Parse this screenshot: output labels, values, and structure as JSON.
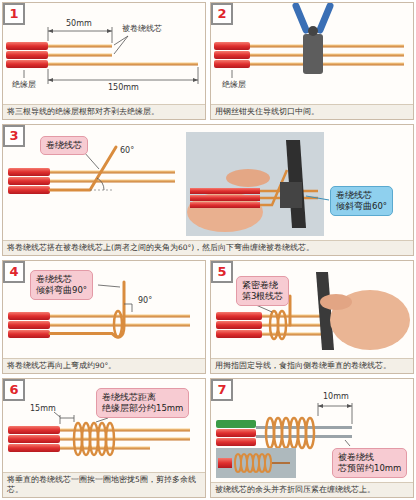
{
  "diagram": {
    "nodes": [
      {
        "text": [
          "1",
          "将三根导线的绝缘层根部对齐剥去绝缘层。"
        ]
      },
      {
        "text": [
          "2",
          "用钢丝钳夹住导线切口中间。"
        ]
      },
      {
        "text": [
          "3",
          "将卷绕线芯搭在被卷绕线芯上(两者之间的夹角为60°)，然后向下弯曲缠绕被卷绕线芯。"
        ]
      },
      {
        "text": [
          "卷绕线芯"
        ],
        "in": 2
      },
      {
        "text": [
          "卷绕线芯 倾斜弯曲60°"
        ],
        "in": 2
      },
      {
        "text": [
          "4",
          "将卷绕线芯再向上弯成约90°。"
        ]
      },
      {
        "text": [
          "卷绕线芯 倾斜弯曲90°"
        ],
        "in": 5
      },
      {
        "text": [
          "5",
          "用拇指固定导线，食指向侧卷绕垂直的卷绕线芯。"
        ]
      },
      {
        "text": [
          "紧密卷绕 第3根线芯"
        ],
        "in": 7
      },
      {
        "text": [
          "6",
          "将垂直的卷绕线芯一圈挨一圈地密拢5圈，剪掉多余线芯。"
        ]
      },
      {
        "text": [
          "卷绕线芯距离 绝缘层部分约15mm"
        ],
        "in": 9
      },
      {
        "text": [
          "7",
          "被绕线芯的余头并齐折回压紧在缠绕线芯上。"
        ]
      },
      {
        "text": [
          "被卷绕线 芯预留约10mm"
        ],
        "in": 11
      }
    ],
    "labels": [
      "50mm",
      "被卷绕线芯",
      "绝缘层",
      "150mm",
      "绝缘层",
      "60°",
      "90°",
      "15mm",
      "10mm"
    ]
  }
}
